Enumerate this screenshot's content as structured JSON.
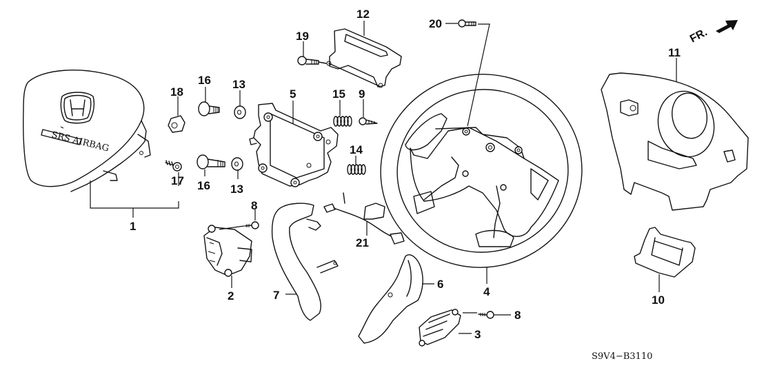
{
  "diagram": {
    "title": "Steering wheel assembly exploded view",
    "direction_indicator": {
      "label": "FR.",
      "icon": "arrow-front-icon"
    },
    "diagram_code": "S9V4−B3110",
    "callouts": {
      "c1": "1",
      "c2": "2",
      "c3": "3",
      "c4": "4",
      "c5": "5",
      "c6": "6",
      "c7": "7",
      "c8a": "8",
      "c8b": "8",
      "c9": "9",
      "c10": "10",
      "c11": "11",
      "c12": "12",
      "c13a": "13",
      "c13b": "13",
      "c14": "14",
      "c15": "15",
      "c16a": "16",
      "c16b": "16",
      "c17": "17",
      "c18": "18",
      "c19": "19",
      "c20": "20",
      "c21": "21"
    },
    "colors": {
      "ink": "#111111",
      "background": "#ffffff"
    }
  }
}
